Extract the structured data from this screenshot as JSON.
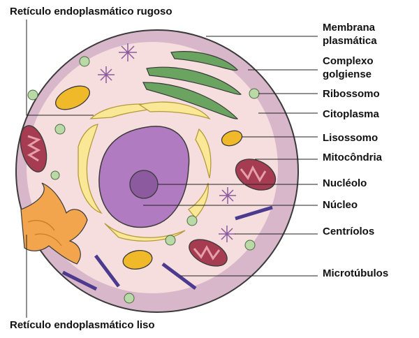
{
  "labels": {
    "rer": "Retículo endoplasmático rugoso",
    "rel": "Retículo endoplasmático liso",
    "membrana": "Membrana plasmática",
    "complexo": "Complexo golgiense",
    "ribossomo": "Ribossomo",
    "citoplasma": "Citoplasma",
    "lisossomo": "Lisossomo",
    "mitocondria": "Mitocôndria",
    "nucleolo": "Nucléolo",
    "nucleo": "Núcleo",
    "centriolos": "Centríolos",
    "microtubulos": "Microtúbulos"
  },
  "colors": {
    "membrane": "#d7b7c9",
    "cytoplasm": "#f6dede",
    "nucleus": "#b07bc0",
    "nucleolus": "#8c5a9e",
    "er_rough": "#fbe896",
    "golgi": "#6aa460",
    "ribosome": "#b9d9a6",
    "lysosome": "#f0b92a",
    "mitochondria": "#a53c52",
    "smooth_er": "#f2a54d",
    "microtubule": "#4b3a8e"
  }
}
